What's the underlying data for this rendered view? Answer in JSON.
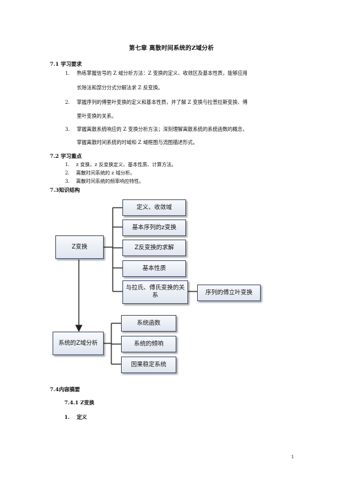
{
  "title": "第七章 离散时间系统的Z域分析",
  "section1": {
    "heading": "7.1 学习要求",
    "items": [
      {
        "num": "1.",
        "line1": "熟练掌握信号的 Z 域分析方法：Z 变换的定义、收敛区及基本性质，能够应用",
        "line2": "长除法和部分分式分解法求 Z 反变换。"
      },
      {
        "num": "2.",
        "line1": "掌握序列的傅里叶变换的定义和基本性质，并了解 Z 变换与拉普拉斯变换、傅",
        "line2": "里叶变换的关系。"
      },
      {
        "num": "3.",
        "line1": "掌握离散系统响应的 Z 变换分析方法；深刻理解离散系统的系统函数的概念，",
        "line2": "掌握离散时间系统的时域和 Z 域框图与流图描述形式。"
      }
    ]
  },
  "section2": {
    "heading": "7.2 学习重点",
    "items": [
      {
        "num": "1.",
        "text": "z 变换，z 反变换定义、基本性质、计算方法。"
      },
      {
        "num": "2.",
        "text": "离散时间系统的 z 域分析。"
      },
      {
        "num": "3.",
        "text": "离散时间系统的频率响应特性。"
      }
    ]
  },
  "section3": {
    "heading": "7.3知识结构"
  },
  "diagram": {
    "root1": "Z变换",
    "branch1": [
      "定义、收敛域",
      "基本序列的z变换",
      "Z反变换的求解",
      "基本性质",
      "与拉氏、傅氏变换的关系"
    ],
    "side": "序列的傅立叶变换",
    "root2": "系统的Z域分析",
    "branch2": [
      "系统函数",
      "系统的频响",
      "因果稳定系统"
    ]
  },
  "section4": {
    "heading": "7.4内容摘要",
    "sub": "7.4.1 Z变换",
    "item": {
      "num": "1.",
      "text": "定义"
    }
  },
  "page_number": "1"
}
